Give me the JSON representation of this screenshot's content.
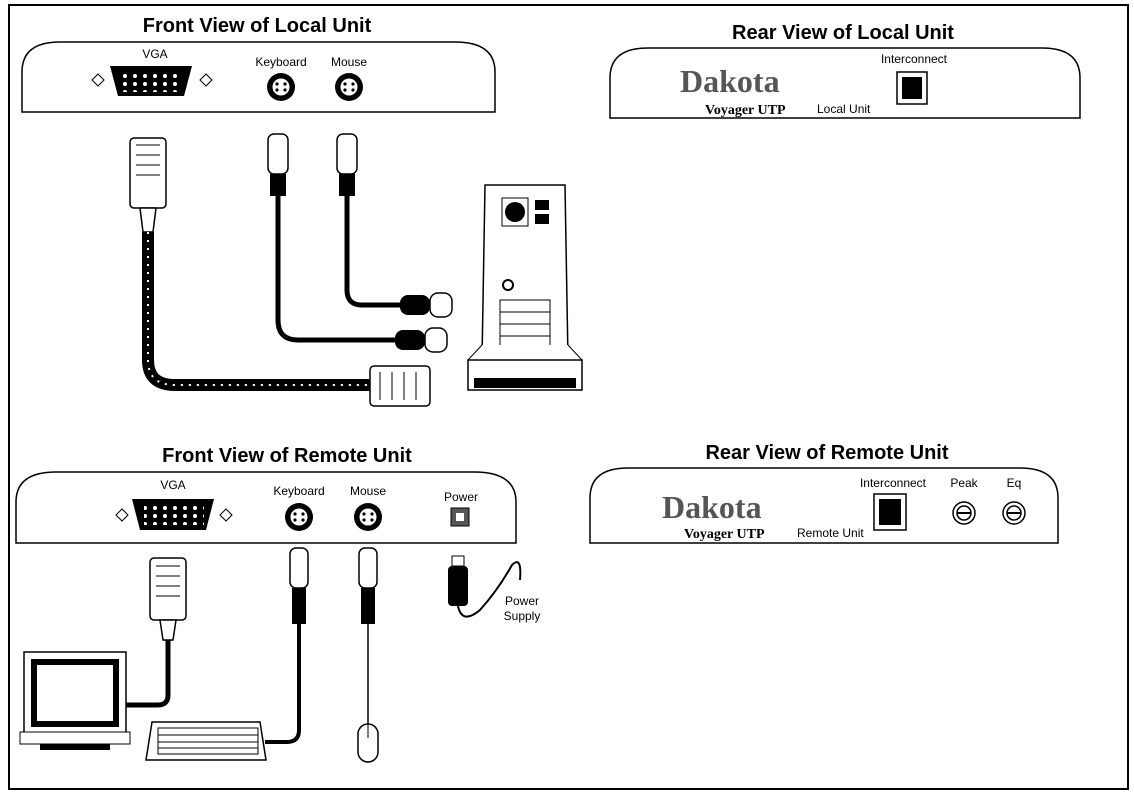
{
  "panels": {
    "front_local": {
      "title": "Front View of Local Unit",
      "vga": "VGA",
      "keyboard": "Keyboard",
      "mouse": "Mouse"
    },
    "rear_local": {
      "title": "Rear View of Local Unit",
      "interconnect": "Interconnect",
      "brand": "Dakota",
      "model": "Voyager UTP",
      "unit": "Local Unit"
    },
    "front_remote": {
      "title": "Front View of Remote Unit",
      "vga": "VGA",
      "keyboard": "Keyboard",
      "mouse": "Mouse",
      "power": "Power",
      "power_supply_line1": "Power",
      "power_supply_line2": "Supply"
    },
    "rear_remote": {
      "title": "Rear View of Remote Unit",
      "interconnect": "Interconnect",
      "peak": "Peak",
      "eq": "Eq",
      "brand": "Dakota",
      "model": "Voyager UTP",
      "unit": "Remote Unit"
    }
  },
  "colors": {
    "ink": "#000000",
    "brand_gray": "#555555"
  }
}
